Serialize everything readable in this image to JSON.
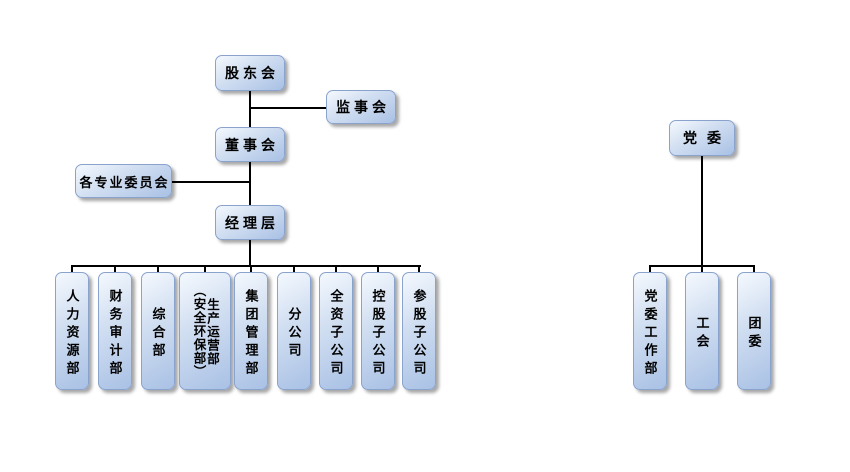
{
  "governance": {
    "shareholders_label": "股东会",
    "supervisory_label": "监事会",
    "board_label": "董事会",
    "committees_label": "各专业委员会",
    "management_label": "经理层"
  },
  "departments": [
    {
      "label": "人力资源部"
    },
    {
      "label": "财务审计部"
    },
    {
      "label": "综合部"
    },
    {
      "label": "生产运营部（安全环保部）",
      "col_left": "（安全环保部）",
      "col_right": "生产运营部"
    },
    {
      "label": "集团管理部"
    },
    {
      "label": "分公司"
    },
    {
      "label": "全资子公司"
    },
    {
      "label": "控股子公司"
    },
    {
      "label": "参股子公司"
    }
  ],
  "party": {
    "committee_label": "党委",
    "units": [
      {
        "label": "党委工作部"
      },
      {
        "label": "工会"
      },
      {
        "label": "团委"
      }
    ]
  },
  "style": {
    "box_fill_light": "#f5f9fe",
    "box_fill_dark": "#a9c1e5",
    "box_border": "#8aa3cd",
    "connector_color": "#000000"
  }
}
